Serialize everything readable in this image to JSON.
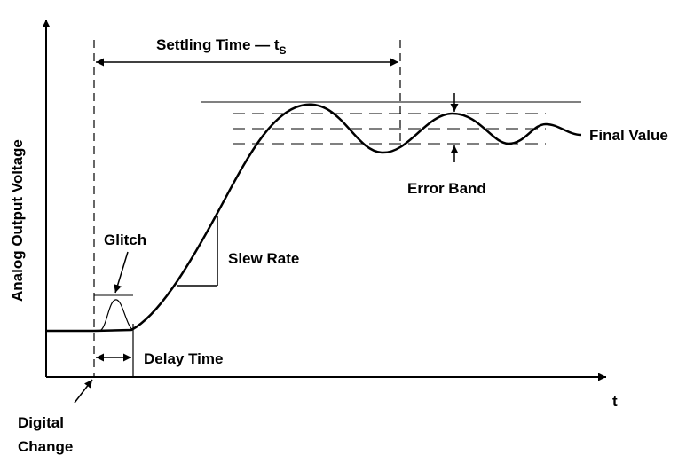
{
  "diagram": {
    "y_axis_label": "Analog Output Voltage",
    "x_axis_label": "t",
    "settling_time_label": "Settling Time — t",
    "settling_time_subscript": "S",
    "final_value_label": "Final Value",
    "error_band_label": "Error Band",
    "glitch_label": "Glitch",
    "slew_rate_label": "Slew Rate",
    "delay_time_label": "Delay Time",
    "digital_change_line1": "Digital",
    "digital_change_line2": "Change"
  },
  "colors": {
    "ink": "#000000",
    "background": "#ffffff"
  }
}
